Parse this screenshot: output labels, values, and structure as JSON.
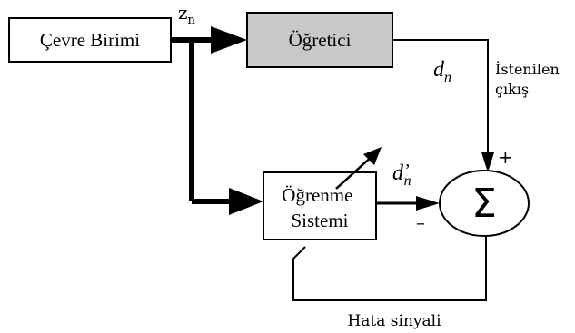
{
  "blocks": {
    "environment": "Çevre Birimi",
    "teacher": "Öğretici",
    "learning_line1": "Öğrenme",
    "learning_line2": "Sistemi",
    "summer_symbol": "Σ"
  },
  "signals": {
    "input_main": "z",
    "input_sub": "n",
    "desired_main": "d",
    "desired_sub": "n",
    "actual_main": "d",
    "actual_prime": "’",
    "actual_sub": "n",
    "desired_text_line1": "İstenilen",
    "desired_text_line2": "çıkış",
    "error": "Hata sinyali",
    "plus": "+",
    "minus": "–"
  },
  "colors": {
    "teacher_fill": "#c8c8c8",
    "line": "#000000",
    "box_fill": "#ffffff"
  }
}
